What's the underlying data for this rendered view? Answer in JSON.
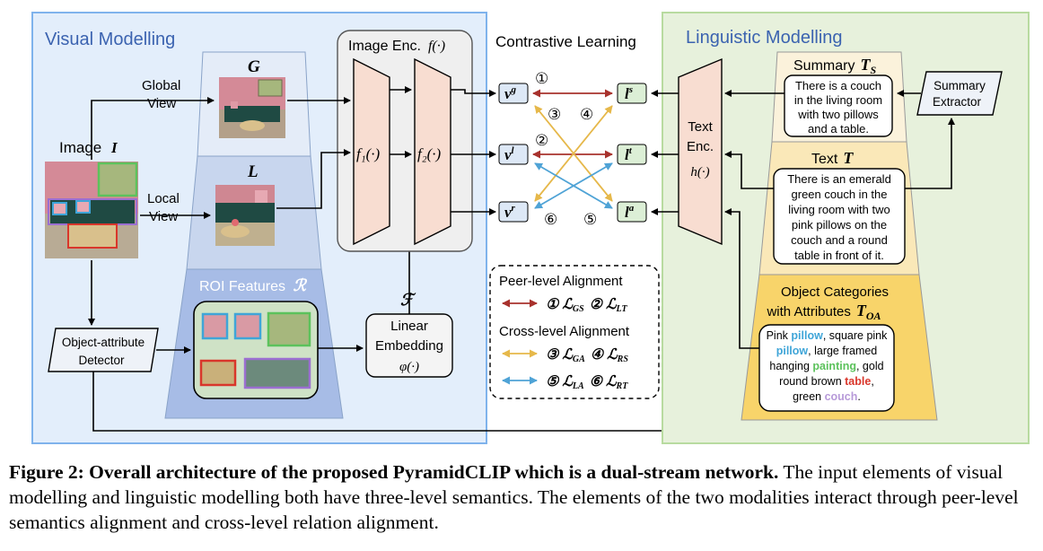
{
  "figure": {
    "visual_panel": {
      "title": "Visual Modelling",
      "image_label": "Image",
      "image_symbol": "I",
      "global_view": [
        "Global",
        "View"
      ],
      "local_view": [
        "Local",
        "View"
      ],
      "G_symbol": "G",
      "L_symbol": "L",
      "roi_label": "ROI Features",
      "roi_symbol": "ℛ",
      "detector": [
        "Object-attribute",
        "Detector"
      ],
      "F_symbol": "ℱ",
      "linear_embedding": [
        "Linear",
        "Embedding",
        "φ(·)"
      ]
    },
    "image_encoder": {
      "title": "Image Enc.",
      "symbol": "f(·)",
      "f1": "f₁(·)",
      "f2": "f₂(·)"
    },
    "contrastive": {
      "title": "Contrastive Learning",
      "vis_nodes": [
        "v",
        "v",
        "v"
      ],
      "vis_sup": [
        "g",
        "l",
        "r"
      ],
      "txt_nodes": [
        "l",
        "l",
        "l"
      ],
      "txt_sup": [
        "s",
        "t",
        "a"
      ],
      "nums": [
        "①",
        "②",
        "③",
        "④",
        "⑤",
        "⑥"
      ],
      "colors": {
        "peer": "#a8322d",
        "cross_yellow": "#e6b84a",
        "cross_blue": "#4fa3d6"
      }
    },
    "legend": {
      "peer_title": "Peer-level  Alignment",
      "peer_items": [
        "① ℒ",
        "GS",
        "② ℒ",
        "LT"
      ],
      "cross_title": "Cross-level  Alignment",
      "cross_items_1": [
        "③ ℒ",
        "GA",
        "④ ℒ",
        "RS"
      ],
      "cross_items_2": [
        "⑤ ℒ",
        "LA",
        "⑥ ℒ",
        "RT"
      ]
    },
    "linguistic_panel": {
      "title": "Linguistic Modelling",
      "text_encoder": [
        "Text",
        "Enc.",
        "h(·)"
      ],
      "summary_title": "Summary",
      "summary_symbol": "T",
      "summary_sub": "S",
      "summary_text": [
        "There is a couch",
        "in the living room",
        "with two pillows",
        "and a table."
      ],
      "summary_extractor": [
        "Summary",
        "Extractor"
      ],
      "text_title": "Text",
      "text_symbol": "T",
      "text_body": [
        "There is an emerald",
        "green couch in the",
        "living room with two",
        "pink pillows on the",
        "couch and a round",
        "table in front of it."
      ],
      "obj_title": [
        "Object Categories",
        "with Attributes"
      ],
      "obj_symbol": "T",
      "obj_sub": "OA",
      "obj_lines": [
        [
          {
            "t": "Pink ",
            "c": "#000"
          },
          {
            "t": "pillow",
            "c": "#3fa5d8"
          },
          {
            "t": ", square pink",
            "c": "#000"
          }
        ],
        [
          {
            "t": "pillow",
            "c": "#3fa5d8"
          },
          {
            "t": ", large framed",
            "c": "#000"
          }
        ],
        [
          {
            "t": "hanging ",
            "c": "#000"
          },
          {
            "t": "painting",
            "c": "#5cc25c"
          },
          {
            "t": ", gold",
            "c": "#000"
          }
        ],
        [
          {
            "t": "round brown ",
            "c": "#000"
          },
          {
            "t": "table",
            "c": "#d9362b"
          },
          {
            "t": ",",
            "c": "#000"
          }
        ],
        [
          {
            "t": "green ",
            "c": "#000"
          },
          {
            "t": "couch",
            "c": "#b79ad9"
          },
          {
            "t": ".",
            "c": "#000"
          }
        ]
      ]
    }
  },
  "caption": {
    "bold": "Figure 2: Overall architecture of the proposed PyramidCLIP which is a dual-stream network.",
    "rest": " The input elements of visual modelling and linguistic modelling both have three-level semantics. The elements of the two modalities interact through peer-level semantics alignment and cross-level relation alignment."
  }
}
